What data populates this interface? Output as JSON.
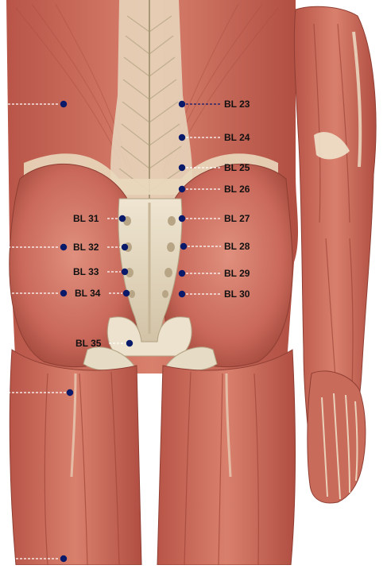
{
  "figure": {
    "colors": {
      "muscle": "#c9685a",
      "muscle_dark": "#9e4538",
      "muscle_light": "#e29a88",
      "bone": "#e8dcc6",
      "bone_shadow": "#c4b59a",
      "tendon": "#f0e6d2",
      "point": "#0a1a6b",
      "leader": "#ffffff",
      "label": "#111111"
    }
  },
  "points": [
    {
      "id": "bl23",
      "label": "BL 23",
      "side": "right"
    },
    {
      "id": "bl24",
      "label": "BL 24",
      "side": "right"
    },
    {
      "id": "bl25",
      "label": "BL 25",
      "side": "right"
    },
    {
      "id": "bl26",
      "label": "BL 26",
      "side": "right"
    },
    {
      "id": "bl27",
      "label": "BL 27",
      "side": "right"
    },
    {
      "id": "bl28",
      "label": "BL 28",
      "side": "right"
    },
    {
      "id": "bl29",
      "label": "BL 29",
      "side": "right"
    },
    {
      "id": "bl30",
      "label": "BL 30",
      "side": "right"
    },
    {
      "id": "bl31",
      "label": "BL 31",
      "side": "left"
    },
    {
      "id": "bl32",
      "label": "BL 32",
      "side": "left"
    },
    {
      "id": "bl33",
      "label": "BL 33",
      "side": "left"
    },
    {
      "id": "bl34",
      "label": "BL 34",
      "side": "left"
    },
    {
      "id": "bl35",
      "label": "BL 35",
      "side": "left"
    },
    {
      "id": "p-left-1",
      "label": "",
      "side": "edge"
    },
    {
      "id": "p-left-2",
      "label": "",
      "side": "edge"
    },
    {
      "id": "p-left-3",
      "label": "",
      "side": "edge"
    },
    {
      "id": "p-left-4",
      "label": "",
      "side": "edge"
    },
    {
      "id": "p-left-5",
      "label": "",
      "side": "edge"
    },
    {
      "id": "p-left-6",
      "label": "",
      "side": "edge"
    }
  ]
}
